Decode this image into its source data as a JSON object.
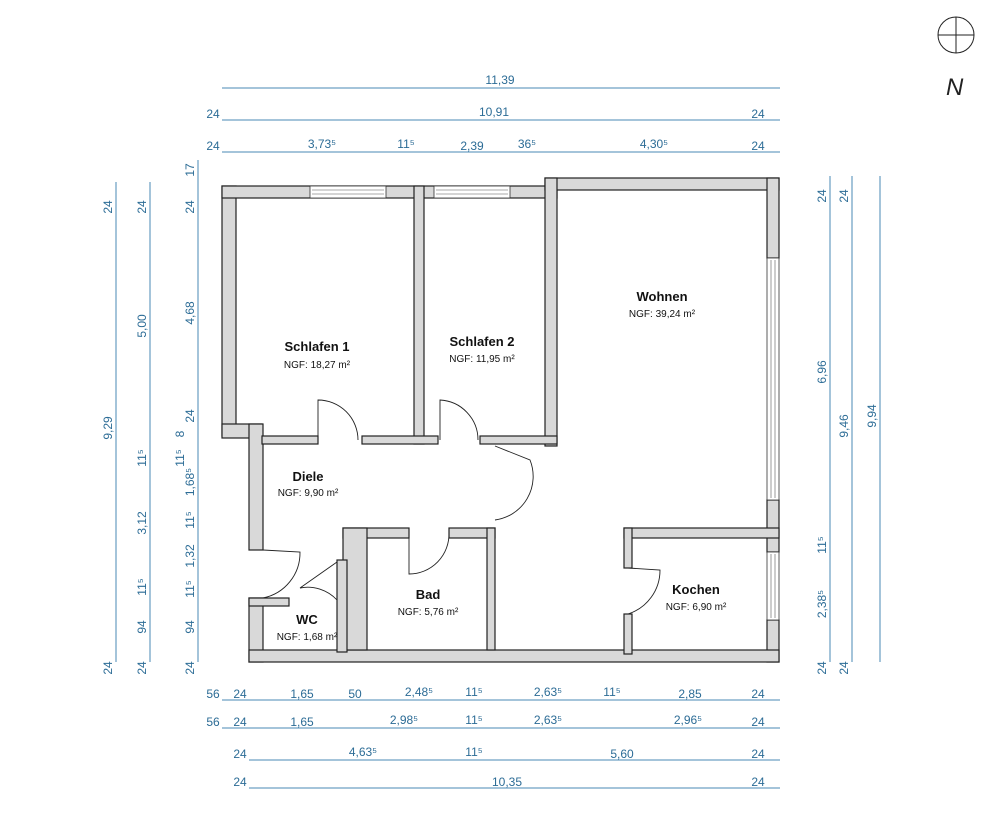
{
  "compass": {
    "label": "N"
  },
  "rooms": [
    {
      "name": "Schlafen 1",
      "area": "NGF: 18,27 m²"
    },
    {
      "name": "Schlafen 2",
      "area": "NGF: 11,95 m²"
    },
    {
      "name": "Wohnen",
      "area": "NGF: 39,24 m²"
    },
    {
      "name": "Diele",
      "area": "NGF: 9,90 m²"
    },
    {
      "name": "Bad",
      "area": "NGF: 5,76 m²"
    },
    {
      "name": "Kochen",
      "area": "NGF: 6,90 m²"
    },
    {
      "name": "WC",
      "area": "NGF: 1,68 m²"
    }
  ],
  "dims_top": {
    "row1": [
      "11,39"
    ],
    "row2": [
      "24",
      "10,91",
      "24"
    ],
    "row3": [
      "24",
      "3,73⁵",
      "11⁵",
      "2,39",
      "36⁵",
      "4,30⁵",
      "24"
    ]
  },
  "dims_bottom": {
    "row1": [
      "56",
      "24",
      "1,65",
      "50",
      "2,48⁵",
      "11⁵",
      "2,63⁵",
      "11⁵",
      "2,85",
      "24"
    ],
    "row2": [
      "56",
      "24",
      "1,65",
      "2,98⁵",
      "11⁵",
      "2,63⁵",
      "2,96⁵",
      "24"
    ],
    "row3": [
      "24",
      "4,63⁵",
      "11⁵",
      "5,60",
      "24"
    ],
    "row4": [
      "24",
      "10,35",
      "24"
    ]
  },
  "dims_left": {
    "col1": [
      "24",
      "9,29",
      "24"
    ],
    "col2": [
      "24",
      "5,00",
      "11⁵",
      "3,12",
      "11⁵",
      "94",
      "24"
    ],
    "col3": [
      "17",
      "24",
      "4,68",
      "24",
      "8",
      "11⁵",
      "1,68⁵",
      "11⁵",
      "1,32",
      "11⁵",
      "94",
      "24"
    ]
  },
  "dims_right": {
    "col1": [
      "24",
      "6,96",
      "11⁵",
      "2,38⁵",
      "24"
    ],
    "col2": [
      "24",
      "9,46",
      "24"
    ],
    "col3": [
      "9,94"
    ]
  }
}
